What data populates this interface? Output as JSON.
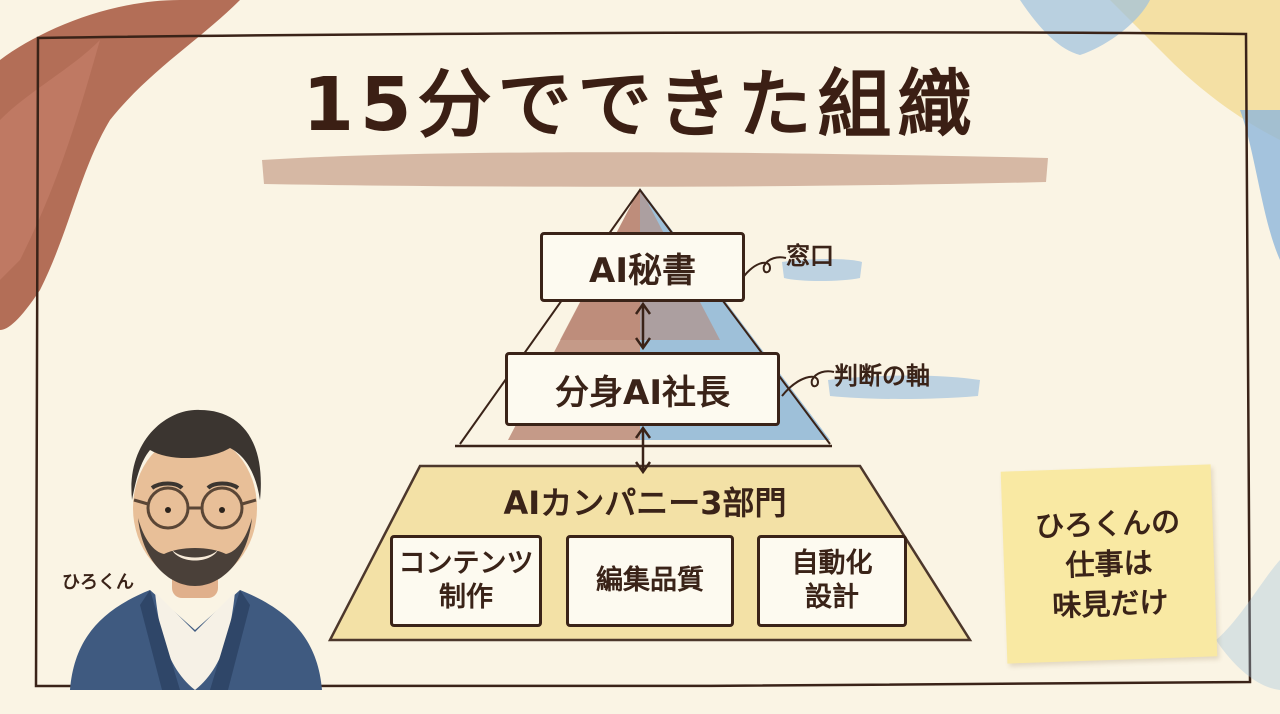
{
  "title": "15分でできた組織",
  "pyramid": {
    "top": {
      "label": "AI秘書",
      "note": "窓口"
    },
    "middle": {
      "label": "分身AI社長",
      "note": "判断の軸"
    },
    "base": {
      "label": "AIカンパニー3部門",
      "departments": [
        {
          "line1": "コンテンツ",
          "line2": "制作"
        },
        {
          "line1": "編集品質",
          "line2": ""
        },
        {
          "line1": "自動化",
          "line2": "設計"
        }
      ]
    }
  },
  "person": {
    "name": "ひろくん"
  },
  "sticky_note": {
    "lines": [
      "ひろくんの",
      "仕事は",
      "味見だけ"
    ]
  },
  "colors": {
    "paper": "#faf4e4",
    "ink": "#3a2318",
    "terracotta": "#b88371",
    "blue": "#87b3d6",
    "yellow": "#f3dfa0",
    "sticky": "#f9e9a3"
  }
}
